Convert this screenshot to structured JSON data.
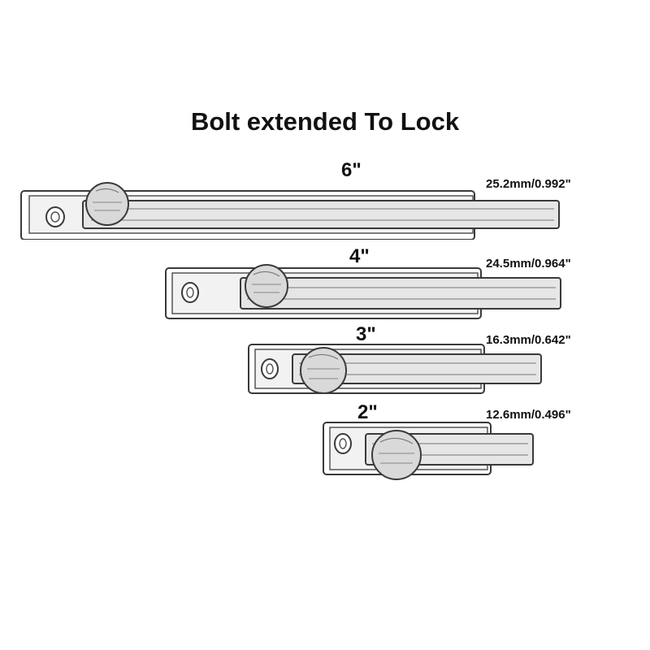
{
  "title": "Bolt extended To Lock",
  "bolts": [
    {
      "size": "6\"",
      "dimension": "25.2mm/0.992\""
    },
    {
      "size": "4\"",
      "dimension": "24.5mm/0.964\""
    },
    {
      "size": "3\"",
      "dimension": "16.3mm/0.642\""
    },
    {
      "size": "2\"",
      "dimension": "12.6mm/0.496\""
    }
  ],
  "colors": {
    "line": "#3a3a3a",
    "shade": "#c9c9c9",
    "background": "#ffffff"
  }
}
